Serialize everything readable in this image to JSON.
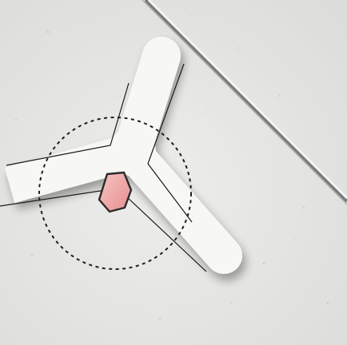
{
  "scene": {
    "subject": "three-arm-particle",
    "overlays": [
      "dashed-circle",
      "arm-edge-lines",
      "center-hexagon-marker"
    ]
  },
  "colors": {
    "background": "#e6e6e4",
    "particle": "#f7f7f6",
    "edge_line": "#1a1a1a",
    "dashed_circle": "#1e1e1e",
    "hexagon_fill": "#f0a8a8",
    "hexagon_stroke": "#2a2a2a",
    "right_edge_line": "#6c6c6c"
  }
}
